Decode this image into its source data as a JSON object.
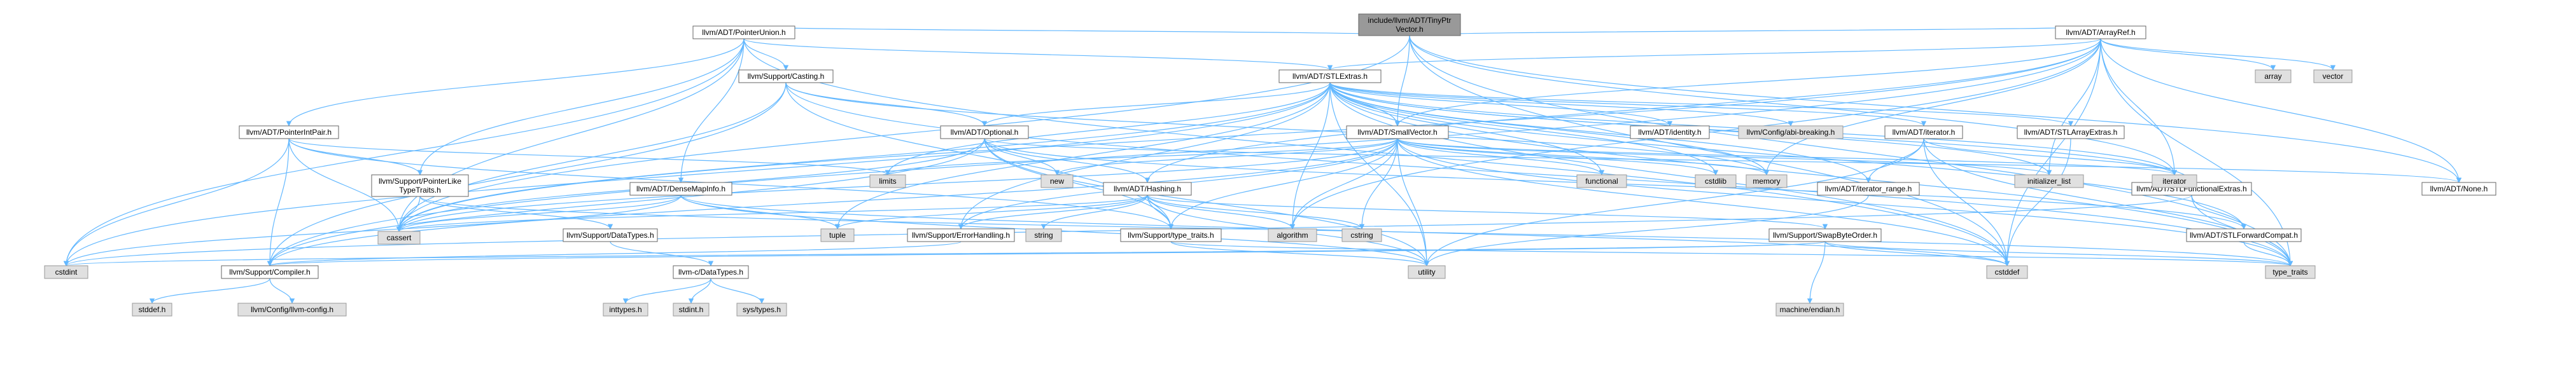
{
  "colors": {
    "edge": "#63b8ff",
    "root_fill": "#999999",
    "internal_fill": "#ffffff",
    "external_fill": "#e0e0e0",
    "border": "#666666"
  },
  "nodes": [
    {
      "id": "root",
      "lines": [
        "include/llvm/ADT/TinyPtr",
        "Vector.h"
      ],
      "kind": "root"
    },
    {
      "id": "pu",
      "lines": [
        "llvm/ADT/PointerUnion.h"
      ],
      "kind": "internal"
    },
    {
      "id": "ar",
      "lines": [
        "llvm/ADT/ArrayRef.h"
      ],
      "kind": "internal"
    },
    {
      "id": "sc",
      "lines": [
        "llvm/Support/Casting.h"
      ],
      "kind": "internal"
    },
    {
      "id": "se",
      "lines": [
        "llvm/ADT/STLExtras.h"
      ],
      "kind": "internal"
    },
    {
      "id": "pip",
      "lines": [
        "llvm/ADT/PointerIntPair.h"
      ],
      "kind": "internal"
    },
    {
      "id": "opt",
      "lines": [
        "llvm/ADT/Optional.h"
      ],
      "kind": "internal"
    },
    {
      "id": "sv",
      "lines": [
        "llvm/ADT/SmallVector.h"
      ],
      "kind": "internal"
    },
    {
      "id": "idt",
      "lines": [
        "llvm/ADT/identity.h"
      ],
      "kind": "internal"
    },
    {
      "id": "abi",
      "lines": [
        "llvm/Config/abi-breaking.h"
      ],
      "kind": "external"
    },
    {
      "id": "it",
      "lines": [
        "llvm/ADT/iterator.h"
      ],
      "kind": "internal"
    },
    {
      "id": "sae",
      "lines": [
        "llvm/ADT/STLArrayExtras.h"
      ],
      "kind": "internal"
    },
    {
      "id": "ptl",
      "lines": [
        "llvm/Support/PointerLike",
        "TypeTraits.h"
      ],
      "kind": "internal"
    },
    {
      "id": "dmi",
      "lines": [
        "llvm/ADT/DenseMapInfo.h"
      ],
      "kind": "internal"
    },
    {
      "id": "hsh",
      "lines": [
        "llvm/ADT/Hashing.h"
      ],
      "kind": "internal"
    },
    {
      "id": "ir",
      "lines": [
        "llvm/ADT/iterator_range.h"
      ],
      "kind": "internal"
    },
    {
      "id": "sfe",
      "lines": [
        "llvm/ADT/STLFunctionalExtras.h"
      ],
      "kind": "internal"
    },
    {
      "id": "non",
      "lines": [
        "llvm/ADT/None.h"
      ],
      "kind": "internal"
    },
    {
      "id": "sdt",
      "lines": [
        "llvm/Support/DataTypes.h"
      ],
      "kind": "internal"
    },
    {
      "id": "seh",
      "lines": [
        "llvm/Support/ErrorHandling.h"
      ],
      "kind": "internal"
    },
    {
      "id": "stt",
      "lines": [
        "llvm/Support/type_traits.h"
      ],
      "kind": "internal"
    },
    {
      "id": "sbo",
      "lines": [
        "llvm/Support/SwapByteOrder.h"
      ],
      "kind": "internal"
    },
    {
      "id": "sfc",
      "lines": [
        "llvm/ADT/STLForwardCompat.h"
      ],
      "kind": "internal"
    },
    {
      "id": "cmp",
      "lines": [
        "llvm/Support/Compiler.h"
      ],
      "kind": "internal"
    },
    {
      "id": "cdt",
      "lines": [
        "llvm-c/DataTypes.h"
      ],
      "kind": "internal"
    },
    {
      "id": "cstdint",
      "lines": [
        "cstdint"
      ],
      "kind": "external"
    },
    {
      "id": "cassert",
      "lines": [
        "cassert"
      ],
      "kind": "external"
    },
    {
      "id": "limits",
      "lines": [
        "limits"
      ],
      "kind": "external"
    },
    {
      "id": "new",
      "lines": [
        "new"
      ],
      "kind": "external"
    },
    {
      "id": "functional",
      "lines": [
        "functional"
      ],
      "kind": "external"
    },
    {
      "id": "cstdlib",
      "lines": [
        "cstdlib"
      ],
      "kind": "external"
    },
    {
      "id": "memory",
      "lines": [
        "memory"
      ],
      "kind": "external"
    },
    {
      "id": "il",
      "lines": [
        "initializer_list"
      ],
      "kind": "external"
    },
    {
      "id": "iterator",
      "lines": [
        "iterator"
      ],
      "kind": "external"
    },
    {
      "id": "array",
      "lines": [
        "array"
      ],
      "kind": "external"
    },
    {
      "id": "vector",
      "lines": [
        "vector"
      ],
      "kind": "external"
    },
    {
      "id": "tuple",
      "lines": [
        "tuple"
      ],
      "kind": "external"
    },
    {
      "id": "string",
      "lines": [
        "string"
      ],
      "kind": "external"
    },
    {
      "id": "algorithm",
      "lines": [
        "algorithm"
      ],
      "kind": "external"
    },
    {
      "id": "cstring",
      "lines": [
        "cstring"
      ],
      "kind": "external"
    },
    {
      "id": "utility",
      "lines": [
        "utility"
      ],
      "kind": "external"
    },
    {
      "id": "cstddef",
      "lines": [
        "cstddef"
      ],
      "kind": "external"
    },
    {
      "id": "tt",
      "lines": [
        "type_traits"
      ],
      "kind": "external"
    },
    {
      "id": "endian",
      "lines": [
        "machine/endian.h"
      ],
      "kind": "external"
    },
    {
      "id": "stddef",
      "lines": [
        "stddef.h"
      ],
      "kind": "external"
    },
    {
      "id": "llvmcfg",
      "lines": [
        "llvm/Config/llvm-config.h"
      ],
      "kind": "external"
    },
    {
      "id": "inttypes",
      "lines": [
        "inttypes.h"
      ],
      "kind": "external"
    },
    {
      "id": "stdint",
      "lines": [
        "stdint.h"
      ],
      "kind": "external"
    },
    {
      "id": "systypes",
      "lines": [
        "sys/types.h"
      ],
      "kind": "external"
    }
  ],
  "edges": [
    [
      "root",
      "pu"
    ],
    [
      "root",
      "ar"
    ],
    [
      "root",
      "sv"
    ],
    [
      "root",
      "cassert"
    ],
    [
      "root",
      "cstddef"
    ],
    [
      "root",
      "iterator"
    ],
    [
      "root",
      "tt"
    ],
    [
      "root",
      "non"
    ],
    [
      "pu",
      "sc"
    ],
    [
      "pu",
      "pip"
    ],
    [
      "pu",
      "dmi"
    ],
    [
      "pu",
      "ptl"
    ],
    [
      "pu",
      "cassert"
    ],
    [
      "pu",
      "cstddef"
    ],
    [
      "pu",
      "cstdint"
    ],
    [
      "pu",
      "se"
    ],
    [
      "ar",
      "hsh"
    ],
    [
      "ar",
      "non"
    ],
    [
      "ar",
      "sv"
    ],
    [
      "ar",
      "se"
    ],
    [
      "ar",
      "cmp"
    ],
    [
      "ar",
      "algorithm"
    ],
    [
      "ar",
      "array"
    ],
    [
      "ar",
      "cassert"
    ],
    [
      "ar",
      "cstddef"
    ],
    [
      "ar",
      "il"
    ],
    [
      "ar",
      "iterator"
    ],
    [
      "ar",
      "memory"
    ],
    [
      "ar",
      "tt"
    ],
    [
      "ar",
      "vector"
    ],
    [
      "sc",
      "opt"
    ],
    [
      "sc",
      "cmp"
    ],
    [
      "sc",
      "stt"
    ],
    [
      "sc",
      "cassert"
    ],
    [
      "sc",
      "memory"
    ],
    [
      "sc",
      "tt"
    ],
    [
      "se",
      "opt"
    ],
    [
      "se",
      "sae"
    ],
    [
      "se",
      "sfe"
    ],
    [
      "se",
      "sfc"
    ],
    [
      "se",
      "idt"
    ],
    [
      "se",
      "it"
    ],
    [
      "se",
      "ir"
    ],
    [
      "se",
      "abi"
    ],
    [
      "se",
      "seh"
    ],
    [
      "se",
      "algorithm"
    ],
    [
      "se",
      "cassert"
    ],
    [
      "se",
      "cstddef"
    ],
    [
      "se",
      "cstdint"
    ],
    [
      "se",
      "cstdlib"
    ],
    [
      "se",
      "functional"
    ],
    [
      "se",
      "il"
    ],
    [
      "se",
      "iterator"
    ],
    [
      "se",
      "limits"
    ],
    [
      "se",
      "memory"
    ],
    [
      "se",
      "tuple"
    ],
    [
      "se",
      "tt"
    ],
    [
      "se",
      "utility"
    ],
    [
      "se",
      "sv"
    ],
    [
      "pip",
      "ptl"
    ],
    [
      "pip",
      "cmp"
    ],
    [
      "pip",
      "stt"
    ],
    [
      "pip",
      "cassert"
    ],
    [
      "pip",
      "cstdint"
    ],
    [
      "pip",
      "limits"
    ],
    [
      "opt",
      "hsh"
    ],
    [
      "opt",
      "non"
    ],
    [
      "opt",
      "sfc"
    ],
    [
      "opt",
      "cmp"
    ],
    [
      "opt",
      "stt"
    ],
    [
      "opt",
      "cassert"
    ],
    [
      "opt",
      "new"
    ],
    [
      "opt",
      "utility"
    ],
    [
      "sv",
      "cmp"
    ],
    [
      "sv",
      "stt"
    ],
    [
      "sv",
      "seh"
    ],
    [
      "sv",
      "algorithm"
    ],
    [
      "sv",
      "cassert"
    ],
    [
      "sv",
      "cstddef"
    ],
    [
      "sv",
      "cstdlib"
    ],
    [
      "sv",
      "cstring"
    ],
    [
      "sv",
      "functional"
    ],
    [
      "sv",
      "il"
    ],
    [
      "sv",
      "iterator"
    ],
    [
      "sv",
      "limits"
    ],
    [
      "sv",
      "memory"
    ],
    [
      "sv",
      "new"
    ],
    [
      "sv",
      "tt"
    ],
    [
      "sv",
      "utility"
    ],
    [
      "it",
      "ir"
    ],
    [
      "it",
      "cstddef"
    ],
    [
      "it",
      "iterator"
    ],
    [
      "it",
      "tt"
    ],
    [
      "it",
      "utility"
    ],
    [
      "sae",
      "cstddef"
    ],
    [
      "ptl",
      "sdt"
    ],
    [
      "ptl",
      "cassert"
    ],
    [
      "ptl",
      "tt"
    ],
    [
      "dmi",
      "cassert"
    ],
    [
      "dmi",
      "cstddef"
    ],
    [
      "dmi",
      "cstdint"
    ],
    [
      "dmi",
      "tuple"
    ],
    [
      "dmi",
      "utility"
    ],
    [
      "hsh",
      "seh"
    ],
    [
      "hsh",
      "sbo"
    ],
    [
      "hsh",
      "stt"
    ],
    [
      "hsh",
      "algorithm"
    ],
    [
      "hsh",
      "cassert"
    ],
    [
      "hsh",
      "cstring"
    ],
    [
      "hsh",
      "string"
    ],
    [
      "hsh",
      "tuple"
    ],
    [
      "hsh",
      "utility"
    ],
    [
      "ir",
      "utility"
    ],
    [
      "sfe",
      "sfc"
    ],
    [
      "sfe",
      "cstdint"
    ],
    [
      "sfe",
      "tt"
    ],
    [
      "sfc",
      "tt"
    ],
    [
      "sdt",
      "cdt"
    ],
    [
      "seh",
      "cmp"
    ],
    [
      "stt",
      "tt"
    ],
    [
      "stt",
      "utility"
    ],
    [
      "sbo",
      "cmp"
    ],
    [
      "sbo",
      "cstddef"
    ],
    [
      "sbo",
      "cstdint"
    ],
    [
      "sbo",
      "tt"
    ],
    [
      "sbo",
      "endian"
    ],
    [
      "cmp",
      "stddef"
    ],
    [
      "cmp",
      "llvmcfg"
    ],
    [
      "cdt",
      "inttypes"
    ],
    [
      "cdt",
      "stdint"
    ],
    [
      "cdt",
      "systypes"
    ]
  ]
}
